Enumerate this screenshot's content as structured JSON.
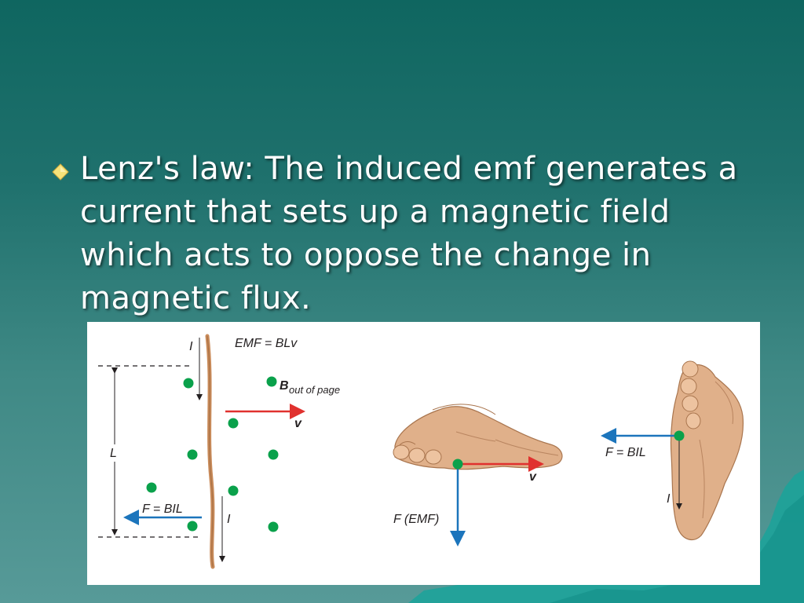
{
  "slide": {
    "bullet_text": "Lenz's law: The induced emf generates a current that sets up a magnetic field which acts to oppose the change in magnetic flux."
  },
  "figure": {
    "panel_left": {
      "current_top": "I",
      "emf_equation": "EMF = BLv",
      "b_symbol": "B",
      "b_subscript": "out of page",
      "velocity": "v",
      "length": "L",
      "force": "F = BIL",
      "current_bottom": "I"
    },
    "panel_middle": {
      "velocity": "v",
      "force": "F (EMF)"
    },
    "panel_right": {
      "force": "F = BIL",
      "current": "I"
    },
    "colors": {
      "field_dot": "#0aa14b",
      "velocity_arrow": "#e0312e",
      "force_arrow": "#1c75bc",
      "rod": "#c98b5a",
      "hand": "#e0b08a"
    }
  }
}
